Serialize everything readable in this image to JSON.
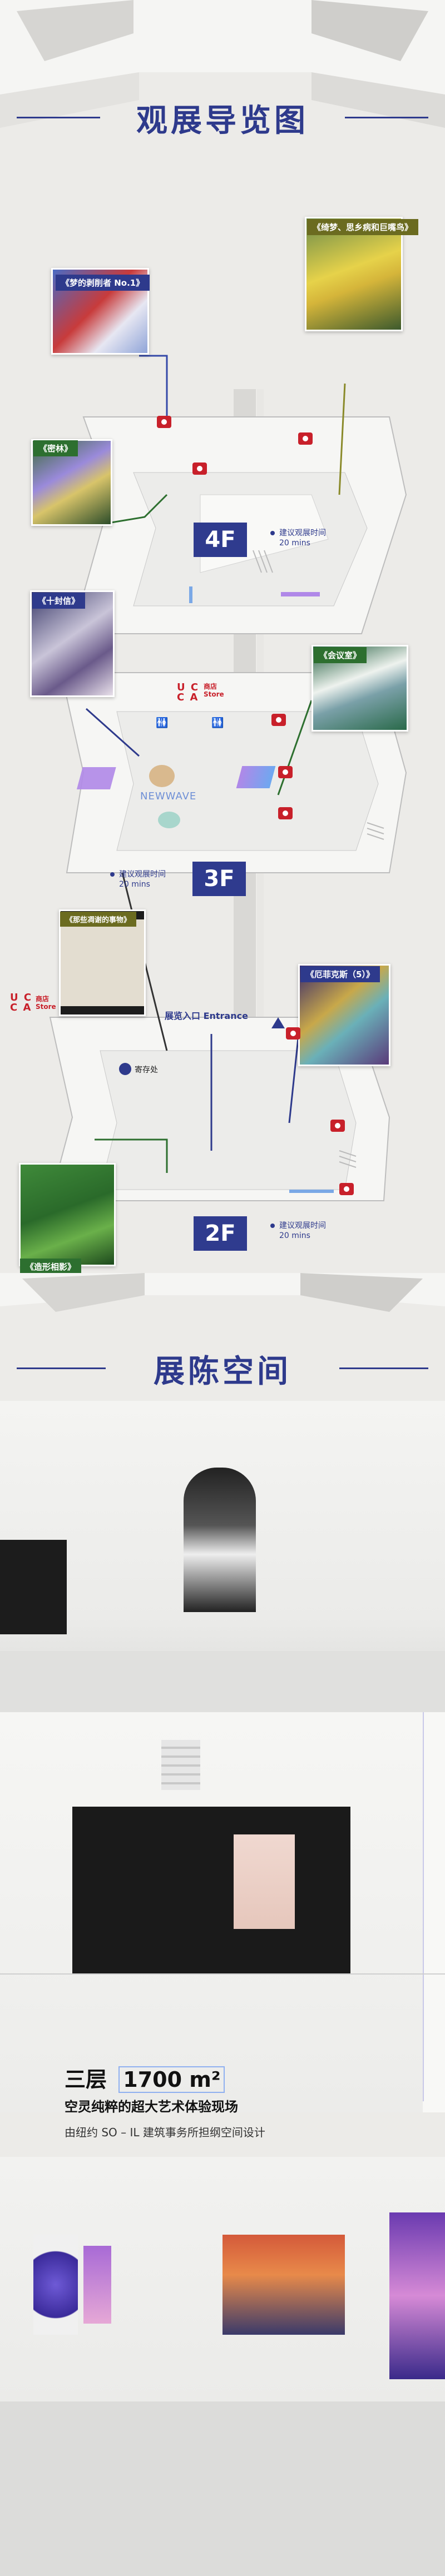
{
  "guide": {
    "title": "观展导览图"
  },
  "floors": {
    "f4": {
      "badge": "4F",
      "tip_line1": "建议观展时间",
      "tip_line2": "20 mins",
      "works": [
        {
          "label": "《梦的剥削者 No.1》"
        },
        {
          "label": "《绮梦、思乡病和巨嘴鸟》"
        },
        {
          "label": "《密林》"
        }
      ]
    },
    "f3": {
      "badge": "3F",
      "tip_line1": "建议观展时间",
      "tip_line2": "20 mins",
      "store_cn": "商店",
      "store_en": "Store",
      "newwave": "NEWWAVE",
      "works": [
        {
          "label": "《十封信》"
        },
        {
          "label": "《会议室》"
        }
      ]
    },
    "f2": {
      "badge": "2F",
      "tip_line1": "建议观展时间",
      "tip_line2": "20 mins",
      "store_cn": "商店",
      "store_en": "Store",
      "entrance": "展览入口 Entrance",
      "luggage": "寄存处",
      "works": [
        {
          "label": "《那些凋谢的事物》"
        },
        {
          "label": "《厄菲克斯（5）》"
        },
        {
          "label": "《造形相影》"
        }
      ]
    }
  },
  "brand": {
    "uca_line1": "U C",
    "uca_line2": "C A"
  },
  "space": {
    "title": "展陈空间",
    "headline_prefix": "三层",
    "headline_area": "1700 m²",
    "subtitle": "空灵纯粹的超大艺术体验现场",
    "description": "由纽约 SO – IL 建筑事务所担纲空间设计"
  },
  "colors": {
    "accent": "#2e3a8c",
    "camera": "#c8202a",
    "green": "#2d6f2f"
  }
}
